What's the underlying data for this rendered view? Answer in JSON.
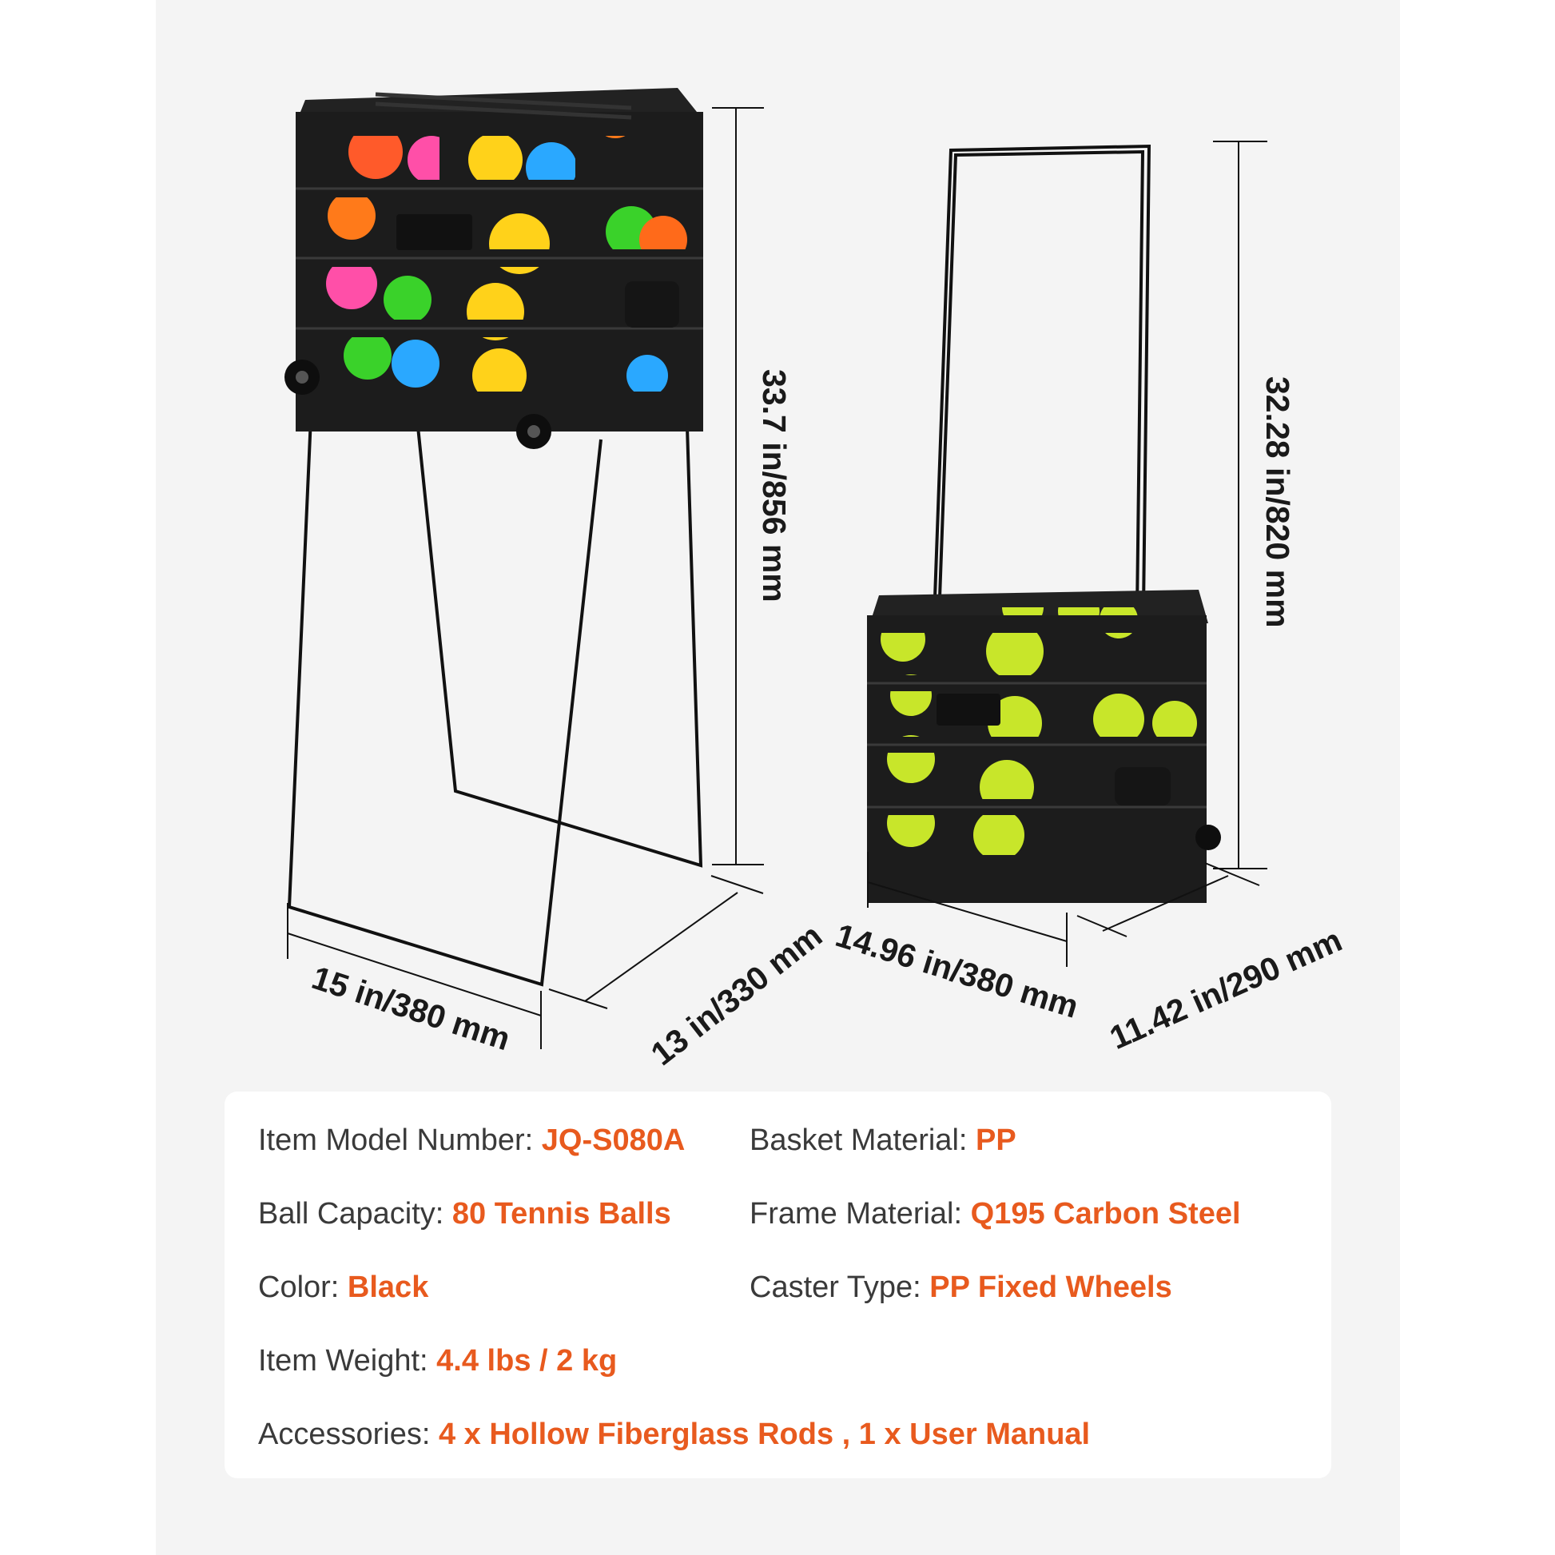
{
  "dimensions": {
    "stand_height": "33.7 in/856 mm",
    "stand_width": "15 in/380 mm",
    "stand_depth": "13 in/330 mm",
    "cart_height": "32.28 in/820 mm",
    "cart_width": "14.96 in/380 mm",
    "cart_depth": "11.42 in/290 mm"
  },
  "specs": {
    "model": {
      "label": "Item Model Number: ",
      "value": "JQ-S080A"
    },
    "basket": {
      "label": "Basket Material: ",
      "value": "PP"
    },
    "capacity": {
      "label": "Ball Capacity: ",
      "value": "80 Tennis Balls"
    },
    "frame": {
      "label": "Frame Material: ",
      "value": "Q195 Carbon Steel"
    },
    "color": {
      "label": "Color: ",
      "value": "Black"
    },
    "caster": {
      "label": "Caster Type: ",
      "value": "PP Fixed Wheels"
    },
    "weight": {
      "label": "Item Weight: ",
      "value": "4.4 lbs / 2 kg"
    },
    "accessories": {
      "label": "Accessories: ",
      "value": "4 x Hollow Fiberglass Rods , 1 x User Manual"
    }
  },
  "colors": {
    "accent": "#e85a1e",
    "basket": "#1c1c1c",
    "tennis_ball": "#c8e62a"
  }
}
